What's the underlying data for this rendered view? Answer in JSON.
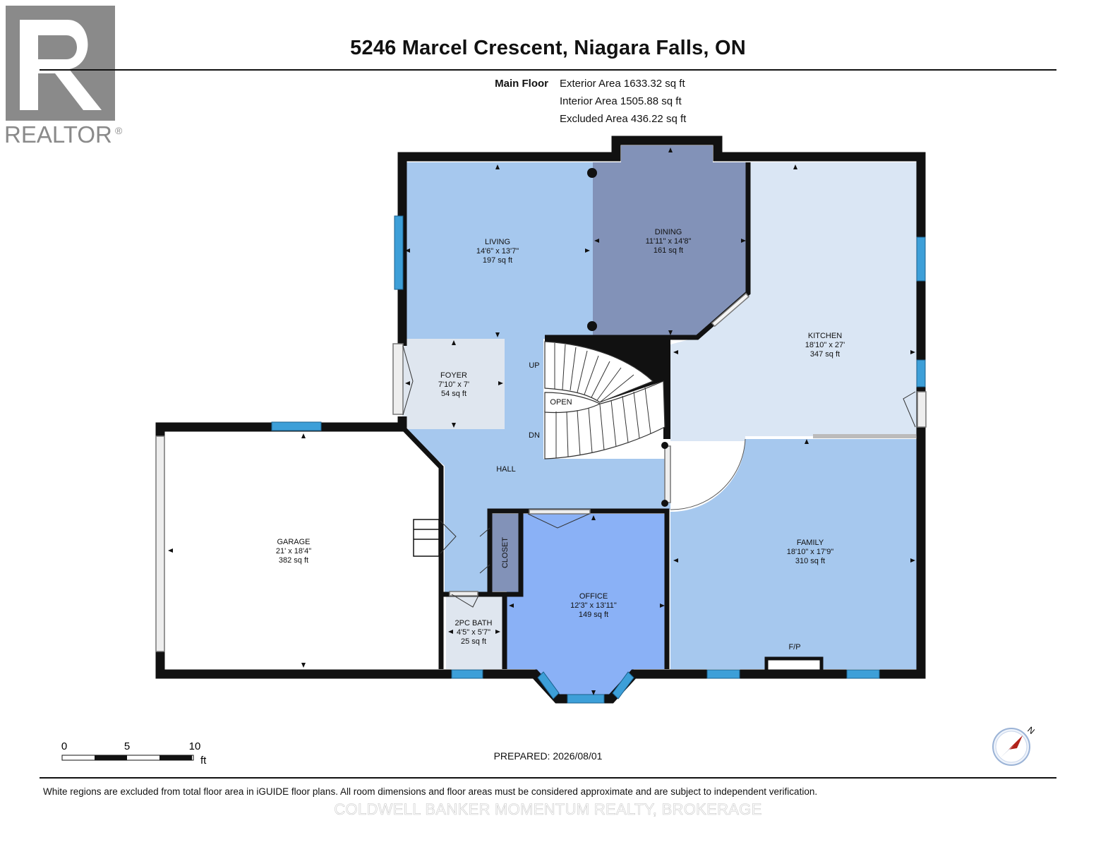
{
  "logo": {
    "icon": "realtor-r-icon",
    "text": "REALTOR",
    "mark": "®",
    "color": "#8a8a8a"
  },
  "title": "5246 Marcel Crescent, Niagara Falls, ON",
  "floor": {
    "label": "Main Floor",
    "exterior_area": "Exterior Area 1633.32 sq ft",
    "interior_area": "Interior Area 1505.88 sq ft",
    "excluded_area": "Excluded Area 436.22 sq ft"
  },
  "rooms": {
    "living": {
      "name": "LIVING",
      "dims": "14'6\" x 13'7\"",
      "area": "197 sq ft",
      "color": "#a6c8ee"
    },
    "dining": {
      "name": "DINING",
      "dims": "11'11\" x 14'8\"",
      "area": "161 sq ft",
      "color": "#8292b8"
    },
    "kitchen": {
      "name": "KITCHEN",
      "dims": "18'10\" x 27'",
      "area": "347 sq ft",
      "color": "#dae6f4"
    },
    "foyer": {
      "name": "FOYER",
      "dims": "7'10\" x 7'",
      "area": "54 sq ft",
      "color": "#dfe6ef"
    },
    "hall": {
      "name": "HALL",
      "color": "#a6c8ee"
    },
    "garage": {
      "name": "GARAGE",
      "dims": "21' x 18'4\"",
      "area": "382 sq ft",
      "color": "#ffffff"
    },
    "family": {
      "name": "FAMILY",
      "dims": "18'10\" x 17'9\"",
      "area": "310 sq ft",
      "color": "#a6c8ee"
    },
    "office": {
      "name": "OFFICE",
      "dims": "12'3\" x 13'11\"",
      "area": "149 sq ft",
      "color": "#8ab1f6"
    },
    "bath": {
      "name": "2PC BATH",
      "dims": "4'5\" x 5'7\"",
      "area": "25 sq ft",
      "color": "#dfe6ef"
    },
    "closet": {
      "name": "CLOSET",
      "color": "#8292b8"
    }
  },
  "stairs": {
    "up": "UP",
    "dn": "DN",
    "open": "OPEN"
  },
  "fireplace": "F/P",
  "scale": {
    "labels": [
      "0",
      "5",
      "10"
    ],
    "unit": "ft"
  },
  "compass": {
    "label": "N",
    "icon": "north-arrow-icon",
    "color": "#e0352b"
  },
  "prepared": "PREPARED: 2026/08/01",
  "disclaimer": "White regions are excluded from total floor area in iGUIDE floor plans. All room dimensions and floor areas must be considered approximate and are subject to independent verification.",
  "brokerage": "COLDWELL BANKER MOMENTUM REALTY, BROKERAGE",
  "colors": {
    "wall": "#111111",
    "window": "#3d9fd8"
  }
}
